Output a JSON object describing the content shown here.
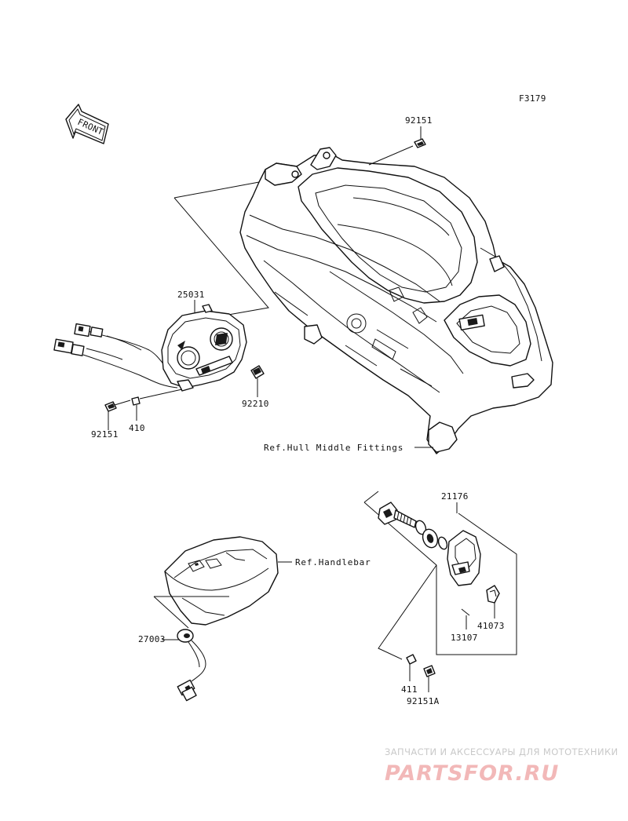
{
  "figure_code": "F3179",
  "front_arrow_text": "FRONT",
  "parts": {
    "bolt_top": "92151",
    "meter_assembly": "25031",
    "nut": "92210",
    "bolt_left": "92151",
    "washer_410": "410",
    "switch_assembly": "21176",
    "buzzer": "27003",
    "clip": "41073",
    "spring": "13107",
    "washer_411": "411",
    "bolt_switch": "92151A"
  },
  "references": {
    "hull": "Ref.Hull Middle Fittings",
    "handlebar": "Ref.Handlebar"
  },
  "watermark": {
    "top_text": "ЗАПЧАСТИ И АКСЕССУАРЫ ДЛЯ МОТОТЕХНИКИ",
    "main_text": "PARTSFOR.RU",
    "color": "#f2b8b8"
  }
}
